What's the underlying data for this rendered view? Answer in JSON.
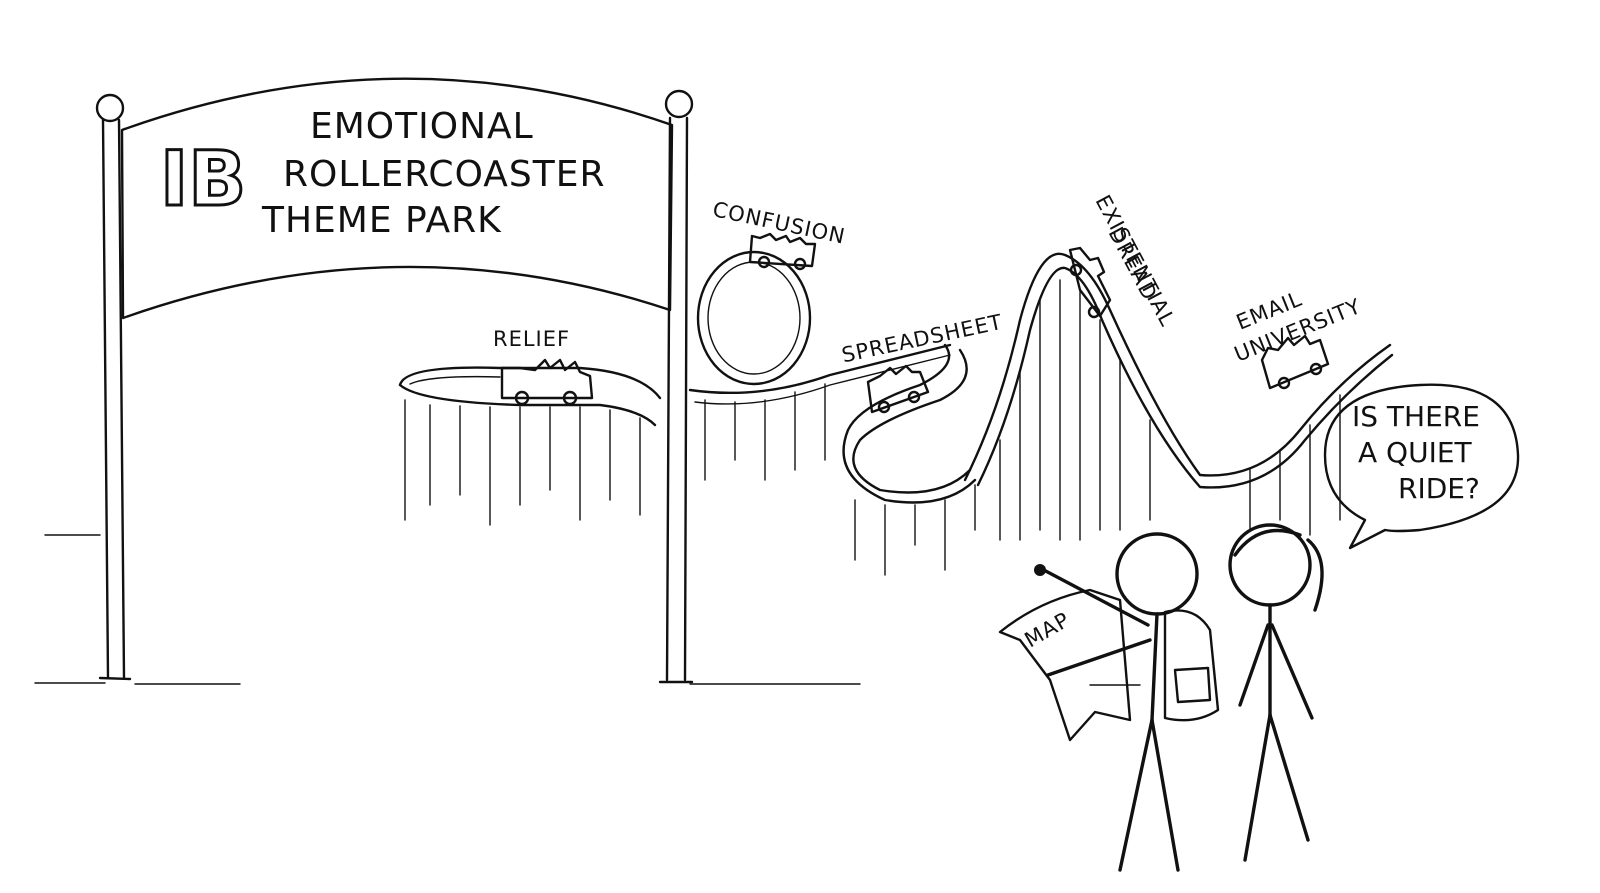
{
  "sign": {
    "logo": "IB",
    "line1": "EMOTIONAL",
    "line2": "ROLLERCOASTER",
    "line3": "THEME PARK"
  },
  "rides": {
    "relief": "RELIEF",
    "confusion": "CONFUSION",
    "spreadsheet": "SPREADSHEET",
    "existential_1": "EXISTENTIAL",
    "existential_2": "DREAD",
    "email_1": "EMAIL",
    "email_2": "UNIVERSITY"
  },
  "map_label": "MAP",
  "speech": {
    "line1": "IS THERE",
    "line2": "A QUIET",
    "line3": "RIDE?"
  }
}
